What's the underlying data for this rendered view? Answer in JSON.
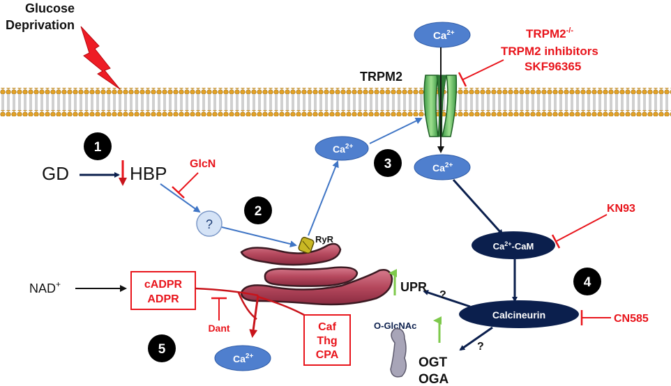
{
  "stimulus": {
    "line1": "Glucose",
    "line2": "Deprivation"
  },
  "channel": {
    "label": "TRPM2"
  },
  "inhibitors": {
    "trpm2": {
      "line1": "TRPM2",
      "line1_sup": "-/-",
      "line2": "TRPM2 inhibitors",
      "line3": "SKF96365"
    },
    "glcn": "GlcN",
    "kn93": "KN93",
    "cn585": "CN585",
    "dant": "Dant",
    "ca_pumps": [
      "Caf",
      "Thg",
      "CPA"
    ]
  },
  "steps": [
    "1",
    "2",
    "3",
    "4",
    "5"
  ],
  "nodes": {
    "gd": "GD",
    "hbp": "HBP",
    "unknown": "?",
    "ryr": "RyR",
    "ca_base": "Ca",
    "ca_sup": "2+",
    "ca_cam": "-CaM",
    "calcineurin": "Calcineurin",
    "nad_base": "NAD",
    "nad_sup": "+",
    "cadpr": "cADPR",
    "adpr": "ADPR",
    "upr": "UPR",
    "o_glcnac": "O-GlcNAc",
    "ogt": "OGT",
    "oga": "OGA",
    "q_upr": "?",
    "q_ogt": "?"
  },
  "colors": {
    "red": "#e8141b",
    "dark_navy": "#0b1f4d",
    "blue_ellipse": "#4f7fce",
    "arrow_blue": "#3f75c5",
    "channel_green": "#5cb85c",
    "er_pink": "#b5485d",
    "up_green": "#7ec94b"
  }
}
